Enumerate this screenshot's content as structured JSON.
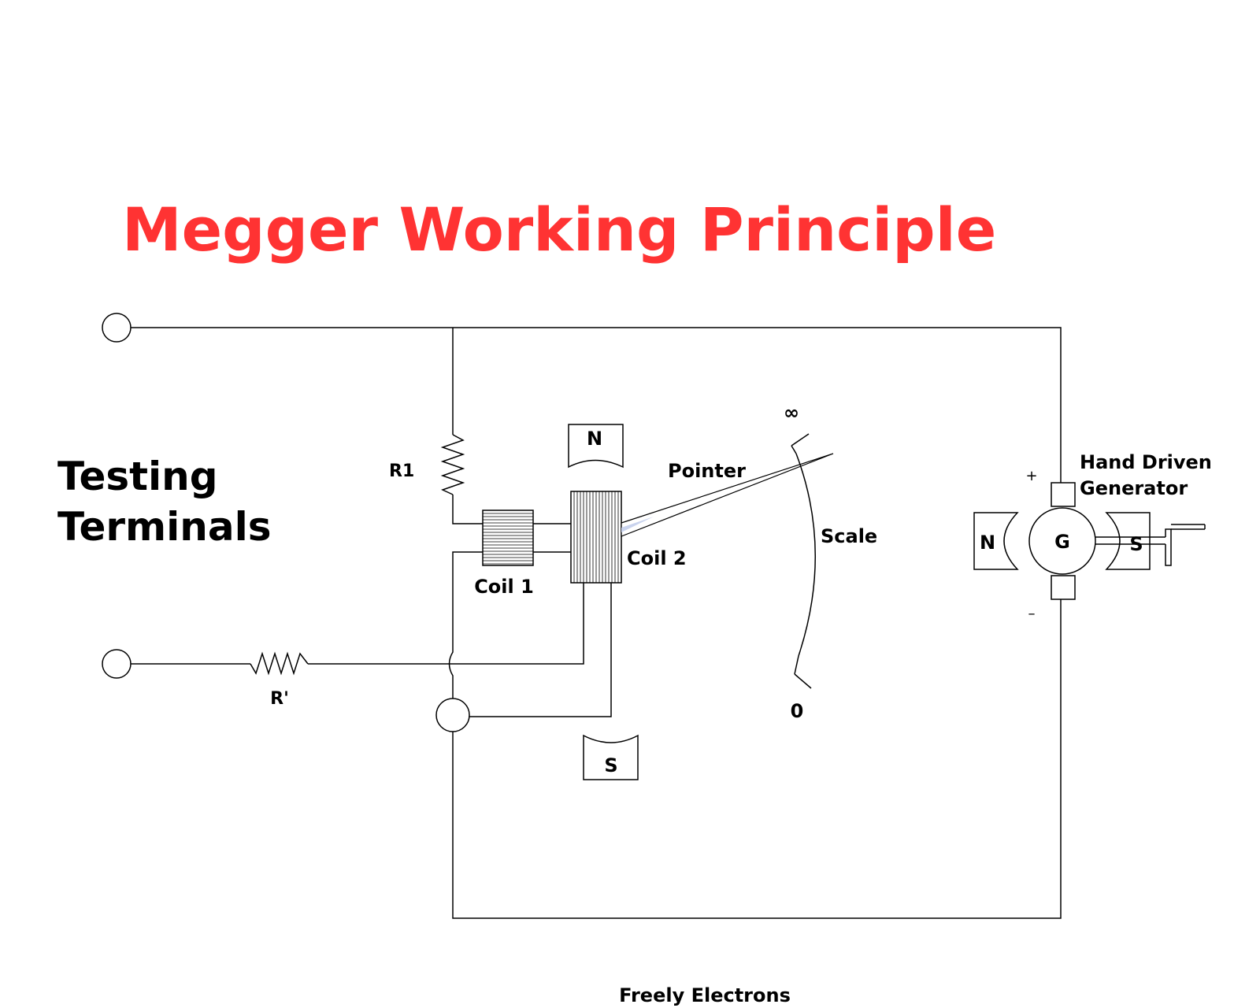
{
  "title": "Megger Working Principle",
  "colors": {
    "title": "#ff3333",
    "line": "#000000",
    "background": "#ffffff"
  },
  "labels": {
    "testing_terminals_line1": "Testing",
    "testing_terminals_line2": "Terminals",
    "r1": "R1",
    "r_prime": "R'",
    "coil1": "Coil 1",
    "coil2": "Coil 2",
    "pointer": "Pointer",
    "scale": "Scale",
    "infinity": "∞",
    "zero": "0",
    "magnet_north": "N",
    "magnet_south": "S",
    "generator": "G",
    "generator_north": "N",
    "generator_south": "S",
    "plus": "+",
    "minus": "–",
    "hand_driven_line1": "Hand Driven",
    "hand_driven_line2": "Generator"
  },
  "footer": "Freely Electrons"
}
